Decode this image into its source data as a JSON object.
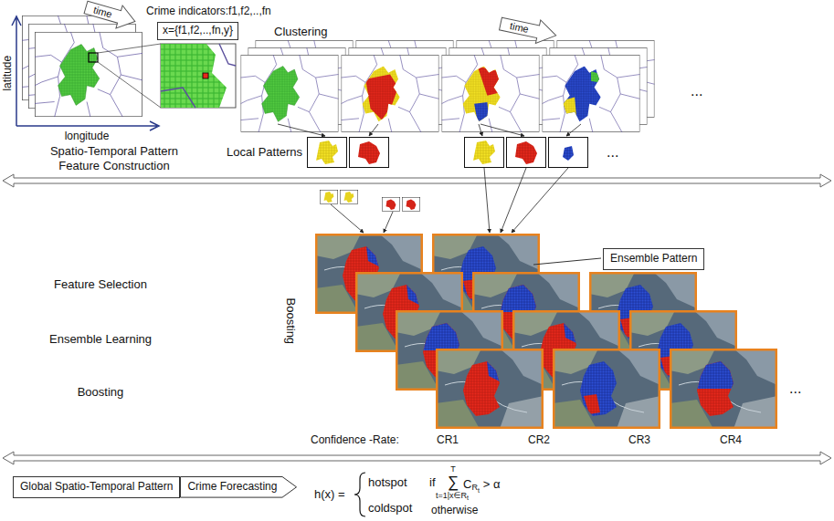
{
  "diagram": {
    "nodes": [
      {
        "text": [
          "x={f1,f2,..,fn,y}"
        ]
      },
      {
        "text": [
          "Ensemble Pattern"
        ]
      },
      {
        "text": [
          "Global Spatio-Temporal Pattern"
        ]
      },
      {
        "text": [
          "Crime Forecasting"
        ]
      }
    ],
    "labels": [
      "time",
      "Crime indicators:f1,f2,..,fn",
      "latitude",
      "longitude",
      "Spatio-Temporal Pattern Feature Construction",
      "Clustering",
      "time",
      "...",
      "Local Patterns",
      "...",
      "Feature Selection",
      "Ensemble Learning",
      "Boosting",
      "Boosting",
      "...",
      "Confidence -Rate:",
      "CR1",
      "CR2",
      "CR3",
      "CR4",
      "h(x) =",
      "hotspot",
      "coldspot",
      "if",
      "T",
      "∑",
      "t=1|x∈R",
      "t",
      "C",
      "R",
      "t",
      "> α",
      "otherwise"
    ]
  }
}
